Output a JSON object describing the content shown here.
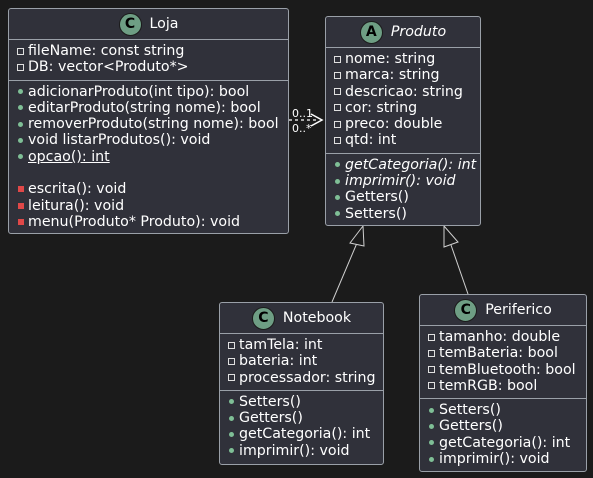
{
  "classes": {
    "loja": {
      "badge": "C",
      "name": "Loja",
      "fields": [
        {
          "vis": "private",
          "text": "fileName: const string"
        },
        {
          "vis": "private",
          "text": "DB: vector<Produto*>"
        }
      ],
      "methods": [
        {
          "vis": "public",
          "text": "adicionarProduto(int tipo): bool"
        },
        {
          "vis": "public",
          "text": "editarProduto(string nome): bool"
        },
        {
          "vis": "public",
          "text": "removerProduto(string nome): bool"
        },
        {
          "vis": "public",
          "text": "void listarProdutos(): void"
        },
        {
          "vis": "public",
          "text": "opcao(): int",
          "static": true
        },
        {
          "vis": "private-m",
          "text": "escrita(): void"
        },
        {
          "vis": "private-m",
          "text": "leitura(): void"
        },
        {
          "vis": "private-m",
          "text": "menu(Produto* Produto): void"
        }
      ]
    },
    "produto": {
      "badge": "A",
      "name": "Produto",
      "fields": [
        {
          "vis": "private",
          "text": "nome: string"
        },
        {
          "vis": "private",
          "text": "marca: string"
        },
        {
          "vis": "private",
          "text": "descricao: string"
        },
        {
          "vis": "private",
          "text": "cor: string"
        },
        {
          "vis": "private",
          "text": "preco: double"
        },
        {
          "vis": "private",
          "text": "qtd: int"
        }
      ],
      "methods": [
        {
          "vis": "public",
          "text": "getCategoria(): int",
          "abstract": true
        },
        {
          "vis": "public",
          "text": "imprimir(): void",
          "abstract": true
        },
        {
          "vis": "public",
          "text": "Getters()"
        },
        {
          "vis": "public",
          "text": "Setters()"
        }
      ]
    },
    "notebook": {
      "badge": "C",
      "name": "Notebook",
      "fields": [
        {
          "vis": "private",
          "text": "tamTela: int"
        },
        {
          "vis": "private",
          "text": "bateria: int"
        },
        {
          "vis": "private",
          "text": "processador: string"
        }
      ],
      "methods": [
        {
          "vis": "public",
          "text": "Setters()"
        },
        {
          "vis": "public",
          "text": "Getters()"
        },
        {
          "vis": "public",
          "text": "getCategoria(): int"
        },
        {
          "vis": "public",
          "text": "imprimir(): void"
        }
      ]
    },
    "periferico": {
      "badge": "C",
      "name": "Periferico",
      "fields": [
        {
          "vis": "private",
          "text": "tamanho: double"
        },
        {
          "vis": "private",
          "text": "temBateria: bool"
        },
        {
          "vis": "private",
          "text": "temBluetooth: bool"
        },
        {
          "vis": "private",
          "text": "temRGB: bool"
        }
      ],
      "methods": [
        {
          "vis": "public",
          "text": "Setters()"
        },
        {
          "vis": "public",
          "text": "Getters()"
        },
        {
          "vis": "public",
          "text": "getCategoria(): int"
        },
        {
          "vis": "public",
          "text": "imprimir(): void"
        }
      ]
    }
  },
  "association": {
    "label_top": "0..1",
    "label_bottom": "0..*"
  },
  "colors": {
    "background": "#1b1b1b",
    "class_fill": "#30313a",
    "border": "#9aa0a8",
    "badge_fill": "#6e9e84",
    "private_method": "#e04848",
    "public": "#7fbf96"
  }
}
